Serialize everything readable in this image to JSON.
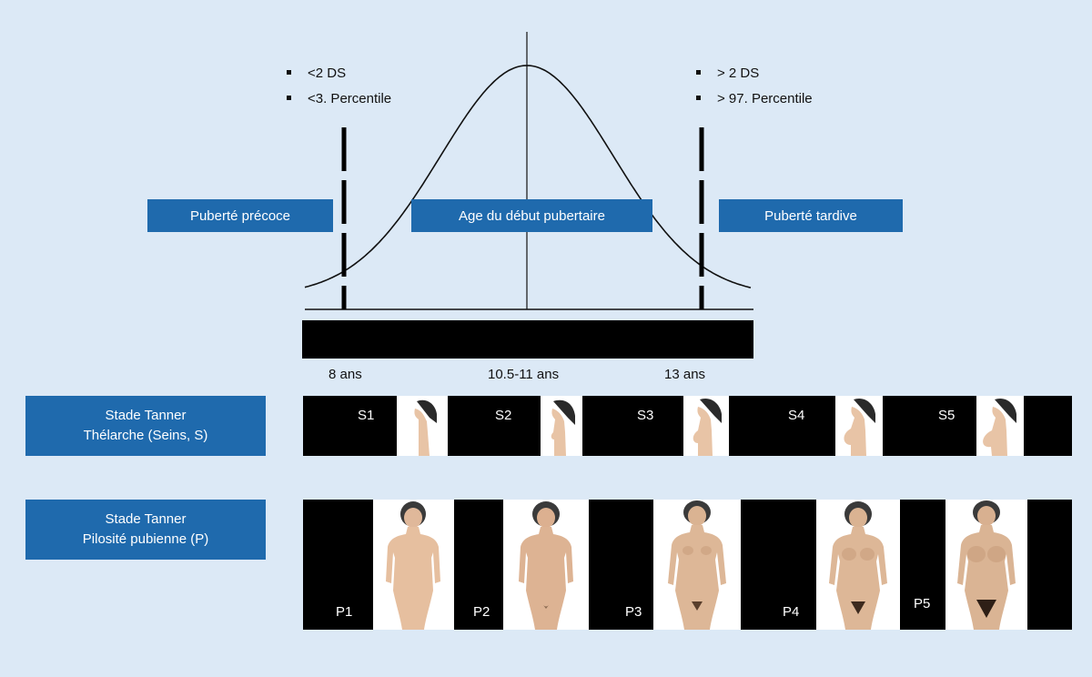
{
  "left_bullets": [
    "<2 DS",
    "<3. Percentile"
  ],
  "right_bullets": [
    "> 2 DS",
    "> 97. Percentile"
  ],
  "boxes": {
    "early": "Puberté précoce",
    "onset": "Age du début pubertaire",
    "late": "Puberté tardive"
  },
  "ages": {
    "early": "8 ans",
    "mean": "10.5-11 ans",
    "late": "13 ans"
  },
  "tanner_breast": {
    "line1": "Stade Tanner",
    "line2": "Thélarche (Seins, S)",
    "stages": [
      "S1",
      "S2",
      "S3",
      "S4",
      "S5"
    ]
  },
  "tanner_pubic": {
    "line1": "Stade Tanner",
    "line2": "Pilosité pubienne (P)",
    "stages": [
      "P1",
      "P2",
      "P3",
      "P4",
      "P5"
    ]
  },
  "colors": {
    "background": "#dce9f6",
    "box": "#1f6aad",
    "bar": "#000000"
  }
}
